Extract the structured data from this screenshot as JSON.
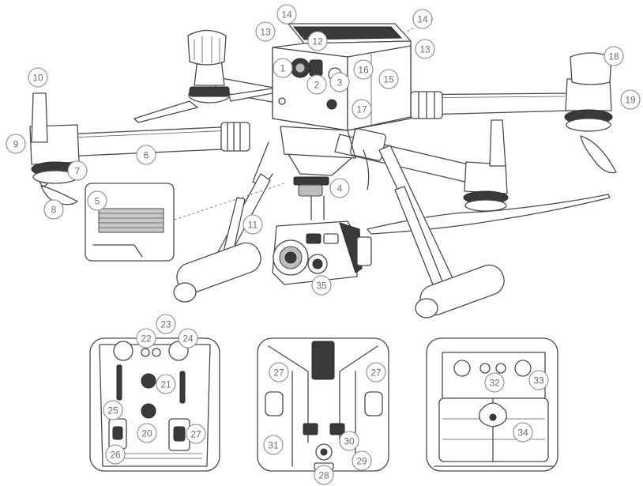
{
  "callouts": [
    {
      "id": "callout-1",
      "label": "1"
    },
    {
      "id": "callout-2",
      "label": "2"
    },
    {
      "id": "callout-3",
      "label": "3"
    },
    {
      "id": "callout-4",
      "label": "4"
    },
    {
      "id": "callout-5",
      "label": "5"
    },
    {
      "id": "callout-6",
      "label": "6"
    },
    {
      "id": "callout-7",
      "label": "7"
    },
    {
      "id": "callout-8",
      "label": "8"
    },
    {
      "id": "callout-9",
      "label": "9"
    },
    {
      "id": "callout-10",
      "label": "10"
    },
    {
      "id": "callout-11",
      "label": "11"
    },
    {
      "id": "callout-12",
      "label": "12"
    },
    {
      "id": "callout-13a",
      "label": "13"
    },
    {
      "id": "callout-13b",
      "label": "13"
    },
    {
      "id": "callout-14a",
      "label": "14"
    },
    {
      "id": "callout-14b",
      "label": "14"
    },
    {
      "id": "callout-15",
      "label": "15"
    },
    {
      "id": "callout-16",
      "label": "16"
    },
    {
      "id": "callout-17",
      "label": "17"
    },
    {
      "id": "callout-18",
      "label": "18"
    },
    {
      "id": "callout-19",
      "label": "19"
    },
    {
      "id": "callout-20",
      "label": "20"
    },
    {
      "id": "callout-21",
      "label": "21"
    },
    {
      "id": "callout-22",
      "label": "22"
    },
    {
      "id": "callout-23",
      "label": "23"
    },
    {
      "id": "callout-24",
      "label": "24"
    },
    {
      "id": "callout-25",
      "label": "25"
    },
    {
      "id": "callout-26",
      "label": "26"
    },
    {
      "id": "callout-27a",
      "label": "27"
    },
    {
      "id": "callout-27b",
      "label": "27"
    },
    {
      "id": "callout-27c",
      "label": "27"
    },
    {
      "id": "callout-28",
      "label": "28"
    },
    {
      "id": "callout-29",
      "label": "29"
    },
    {
      "id": "callout-30",
      "label": "30"
    },
    {
      "id": "callout-31",
      "label": "31"
    },
    {
      "id": "callout-32",
      "label": "32"
    },
    {
      "id": "callout-33",
      "label": "33"
    },
    {
      "id": "callout-34",
      "label": "34"
    },
    {
      "id": "callout-35",
      "label": "35"
    }
  ]
}
